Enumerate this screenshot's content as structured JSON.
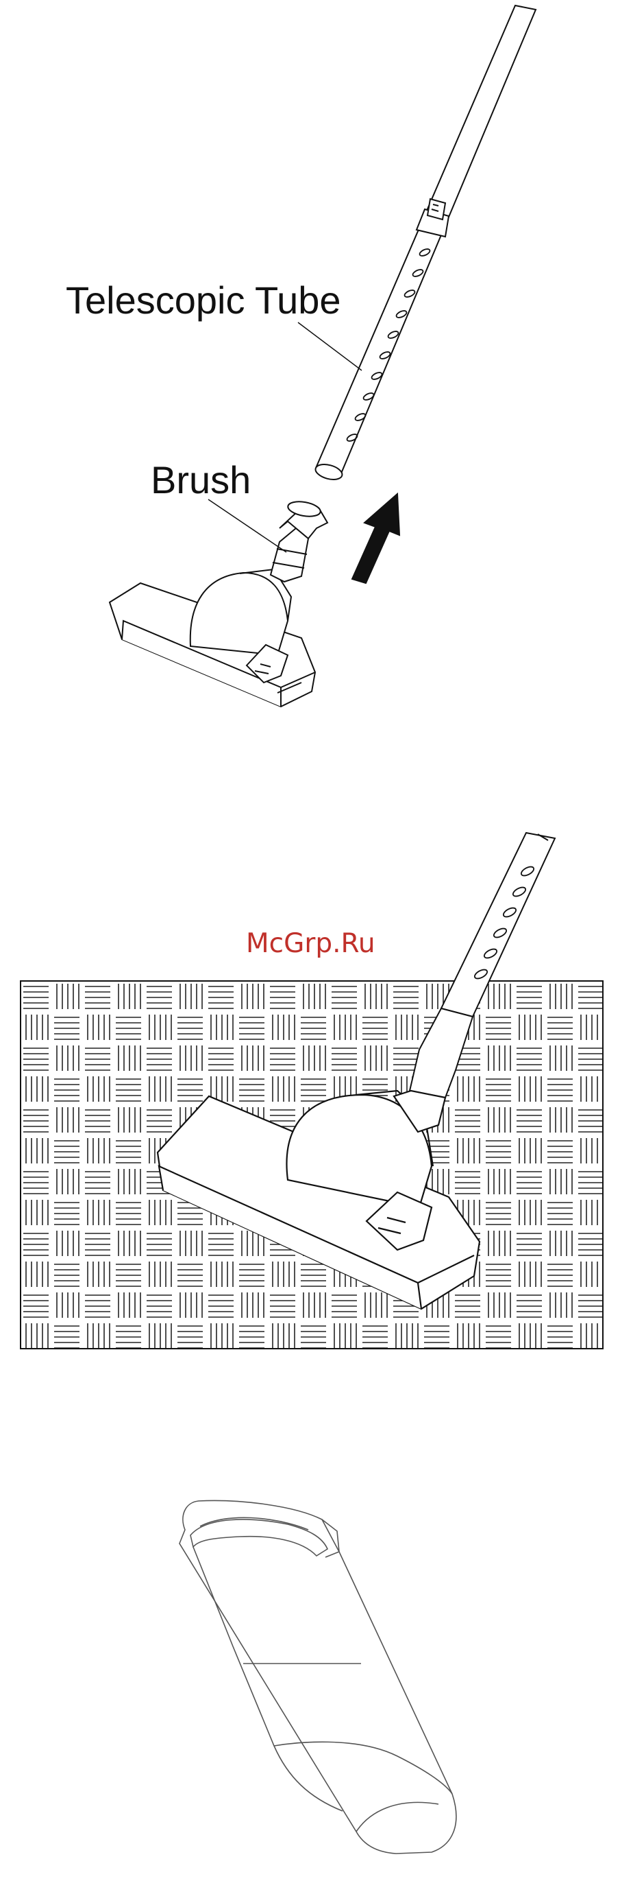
{
  "labels": {
    "telescopic_tube": "Telescopic Tube",
    "brush": "Brush"
  },
  "watermark": {
    "text": "McGrp.Ru",
    "color": "#c0302a"
  },
  "colors": {
    "line": "#111111",
    "rug_line": "#222222"
  }
}
